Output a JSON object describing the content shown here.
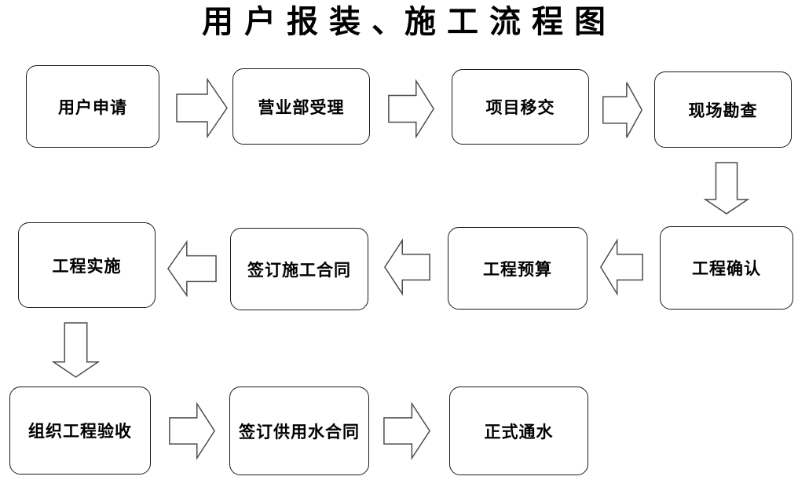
{
  "title": "用 户 报 装 、施 工 流 程 图",
  "colors": {
    "background": "#ffffff",
    "box_border": "#1a1a1a",
    "arrow_outline": "#4d4d4d",
    "text": "#000000"
  },
  "flow": {
    "nodes": [
      {
        "id": "user-application",
        "label": "用户申请"
      },
      {
        "id": "business-dept-acceptance",
        "label": "营业部受理"
      },
      {
        "id": "project-transfer",
        "label": "项目移交"
      },
      {
        "id": "site-survey",
        "label": "现场勘查"
      },
      {
        "id": "project-confirmation",
        "label": "工程确认"
      },
      {
        "id": "project-budget",
        "label": "工程预算"
      },
      {
        "id": "sign-construction-contract",
        "label": "签订施工合同"
      },
      {
        "id": "project-implementation",
        "label": "工程实施"
      },
      {
        "id": "organize-project-acceptance",
        "label": "组织工程验收"
      },
      {
        "id": "sign-water-supply-contract",
        "label": "签订供用水合同"
      },
      {
        "id": "official-water-flow",
        "label": "正式通水"
      }
    ],
    "sequence": [
      "用户申请",
      "营业部受理",
      "项目移交",
      "现场勘查",
      "工程确认",
      "工程预算",
      "签订施工合同",
      "工程实施",
      "组织工程验收",
      "签订供用水合同",
      "正式通水"
    ]
  }
}
